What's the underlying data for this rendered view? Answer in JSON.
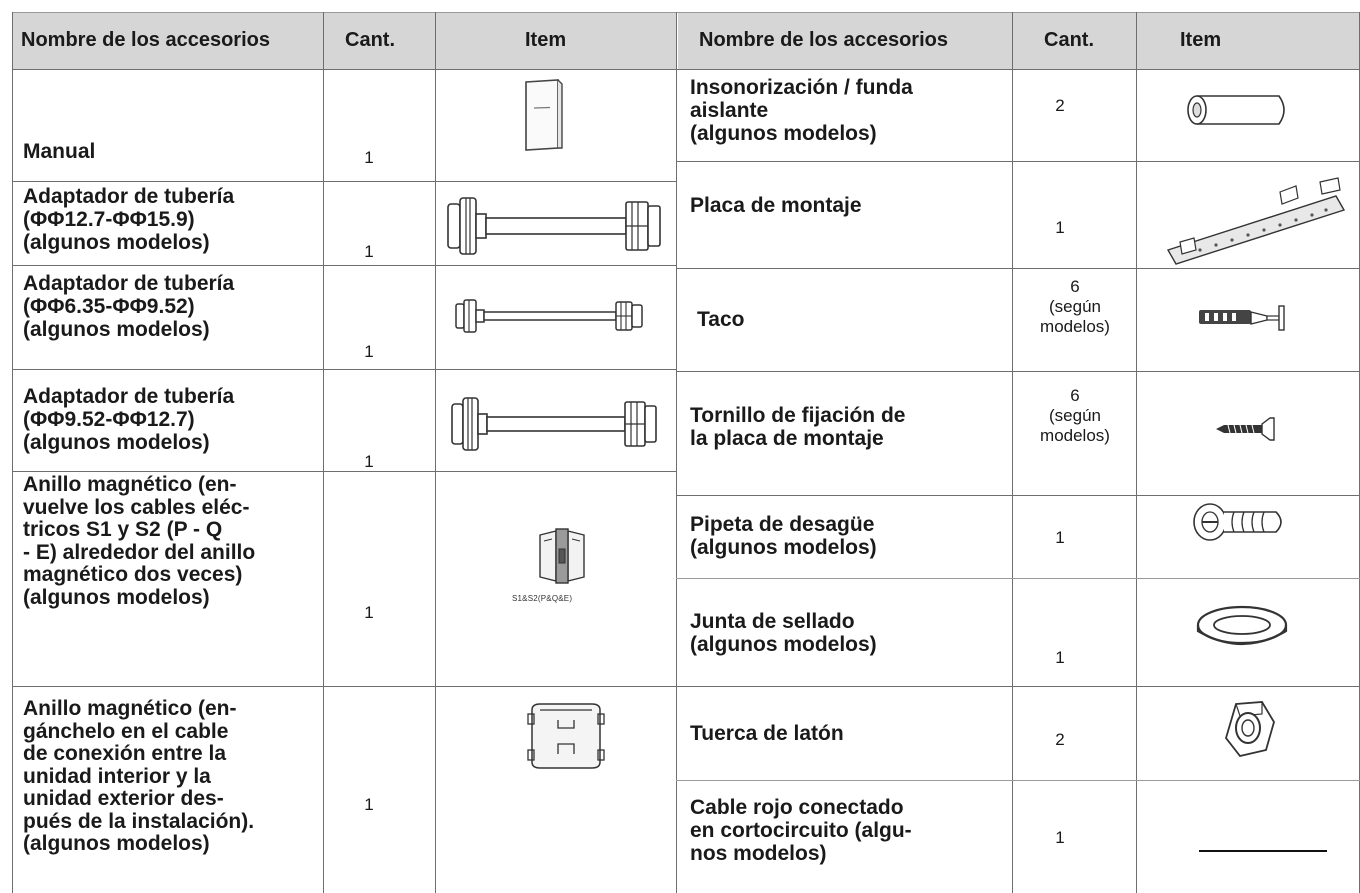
{
  "header": {
    "left": {
      "name": "Nombre de los accesorios",
      "qty": "Cant.",
      "item": "Item"
    },
    "right": {
      "name": "Nombre de los accesorios",
      "qty": "Cant.",
      "item": "Item"
    }
  },
  "left_rows": [
    {
      "name": [
        "Manual"
      ],
      "qty": [
        "1"
      ],
      "icon": "manual-booklet-icon",
      "icon_text": ""
    },
    {
      "name": [
        "Adaptador de tubería",
        "(ΦΦ12.7-ΦΦ15.9)",
        "(algunos modelos)"
      ],
      "qty": [
        "1"
      ],
      "icon": "pipe-adapter-large-icon",
      "icon_text": ""
    },
    {
      "name": [
        "Adaptador de tubería",
        "(ΦΦ6.35-ΦΦ9.52)",
        "(algunos modelos)"
      ],
      "qty": [
        "1"
      ],
      "icon": "pipe-adapter-small-icon",
      "icon_text": ""
    },
    {
      "name": [
        "Adaptador de tubería",
        "(ΦΦ9.52-ΦΦ12.7)",
        "(algunos modelos)"
      ],
      "qty": [
        "1"
      ],
      "icon": "pipe-adapter-medium-icon",
      "icon_text": ""
    },
    {
      "name": [
        "Anillo magnético (en-",
        "vuelve los cables eléc-",
        "tricos S1 y S2 (P - Q",
        "- E) alrededor del anillo",
        "magnético dos veces)",
        "(algunos modelos)"
      ],
      "qty": [
        "1"
      ],
      "icon": "magnetic-ring-clip-icon",
      "icon_text": "S1&S2(P&Q&E)"
    },
    {
      "name": [
        "Anillo magnético (en-",
        "gánchelo en el cable",
        "de conexión entre la",
        "unidad interior y la",
        "unidad exterior des-",
        "pués de la instalación).",
        "(algunos modelos)"
      ],
      "qty": [
        "1"
      ],
      "icon": "magnetic-ring-open-icon",
      "icon_text": ""
    }
  ],
  "right_rows": [
    {
      "name": [
        "Insonorización / funda",
        "aislante",
        "(algunos modelos)"
      ],
      "qty": [
        "2"
      ],
      "icon": "insulation-sleeve-icon"
    },
    {
      "name": [
        "Placa de montaje"
      ],
      "qty": [
        "1"
      ],
      "icon": "mounting-plate-icon"
    },
    {
      "name": [
        "Taco"
      ],
      "qty": [
        "6",
        "(según",
        "modelos)"
      ],
      "icon": "wall-anchor-icon"
    },
    {
      "name": [
        "Tornillo de fijación de",
        "la placa de montaje"
      ],
      "qty": [
        "6",
        "(según",
        "modelos)"
      ],
      "icon": "screw-icon"
    },
    {
      "name": [
        "Pipeta de desagüe",
        "(algunos modelos)"
      ],
      "qty": [
        "1"
      ],
      "icon": "drain-joint-icon"
    },
    {
      "name": [
        "Junta de sellado",
        "(algunos modelos)"
      ],
      "qty": [
        "1"
      ],
      "icon": "seal-ring-icon"
    },
    {
      "name": [
        "Tuerca de latón"
      ],
      "qty": [
        "2"
      ],
      "icon": "brass-nut-icon"
    },
    {
      "name": [
        "Cable rojo conectado",
        "en cortocircuito (algu-",
        "nos modelos)"
      ],
      "qty": [
        "1"
      ],
      "icon": "red-cable-icon"
    }
  ]
}
